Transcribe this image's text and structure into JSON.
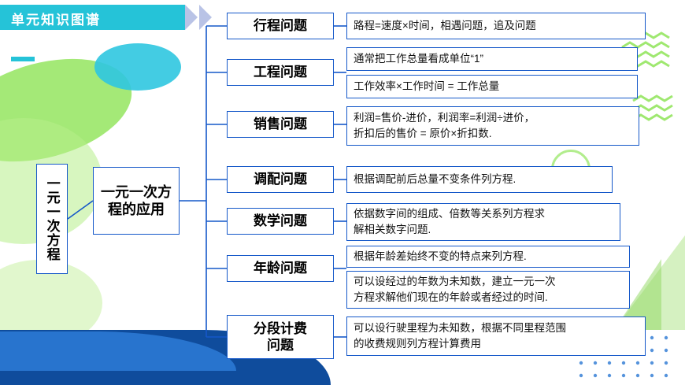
{
  "banner": {
    "title": "单元知识图谱"
  },
  "diagram": {
    "root": "一元一次方程",
    "branch": "一元一次方程的应用",
    "categories": [
      {
        "label": "行程问题",
        "details": [
          "路程=速度×时间，相遇问题，追及问题"
        ]
      },
      {
        "label": "工程问题",
        "details": [
          "通常把工作总量看成单位“1”",
          "工作效率×工作时间 = 工作总量"
        ]
      },
      {
        "label": "销售问题",
        "details": [
          "利润=售价-进价，利润率=利润÷进价，\n折扣后的售价 = 原价×折扣数."
        ]
      },
      {
        "label": "调配问题",
        "details": [
          "根据调配前后总量不变条件列方程."
        ]
      },
      {
        "label": "数学问题",
        "details": [
          "依据数字间的组成、倍数等关系列方程求\n解相关数字问题."
        ]
      },
      {
        "label": "年龄问题",
        "details": [
          "根据年龄差始终不变的特点来列方程.",
          "可以设经过的年数为未知数，建立一元一次\n方程求解他们现在的年龄或者经过的时间."
        ]
      },
      {
        "label": "分段计费\n问题",
        "details": [
          "可以设行驶里程为未知数，根据不同里程范围\n的收费规则列方程计算费用"
        ]
      }
    ]
  },
  "colors": {
    "node_border": "#1558c9",
    "banner_bg": "#25c3d8",
    "accent_green": "#9fe870",
    "accent_blue": "#0f4c9c"
  }
}
